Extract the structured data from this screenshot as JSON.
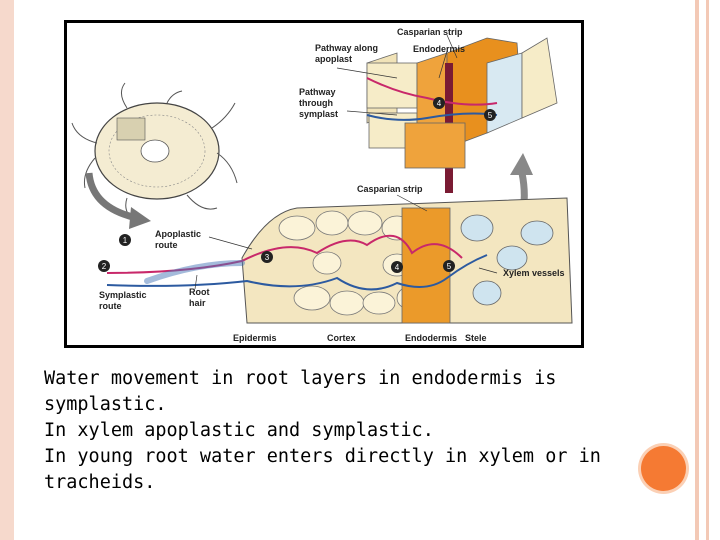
{
  "diagram": {
    "labels": {
      "casparian_strip_top": "Casparian strip",
      "endodermis_top": "Endodermis",
      "pathway_apoplast_1": "Pathway along",
      "pathway_apoplast_2": "apoplast",
      "pathway_symplast_1": "Pathway",
      "pathway_symplast_2": "through",
      "pathway_symplast_3": "symplast",
      "casparian_strip_mid": "Casparian strip",
      "apoplastic_route_1": "Apoplastic",
      "apoplastic_route_2": "route",
      "symplastic_route_1": "Symplastic",
      "symplastic_route_2": "route",
      "root_hair_1": "Root",
      "root_hair_2": "hair",
      "xylem_vessels": "Xylem vessels",
      "epidermis": "Epidermis",
      "cortex": "Cortex",
      "endodermis_bottom": "Endodermis",
      "stele": "Stele",
      "n1": "1",
      "n2": "2",
      "n3": "3",
      "n4": "4",
      "n5": "5",
      "n4b": "4",
      "n5b": "5"
    }
  },
  "caption": {
    "line1": "Water movement in root layers in endodermis is",
    "line2": "symplastic.",
    "line3": "In xylem apoplastic and symplastic.",
    "line4": "In young root water enters directly in xylem or in",
    "line5": "tracheids."
  },
  "colors": {
    "accent_orange": "#f57a33",
    "border_peach": "#f6d9cc",
    "apoplast_red": "#c8286a",
    "symplast_blue": "#2c5aa0",
    "endodermis_orange": "#e8901e",
    "cortex_tan": "#f0deb0"
  }
}
